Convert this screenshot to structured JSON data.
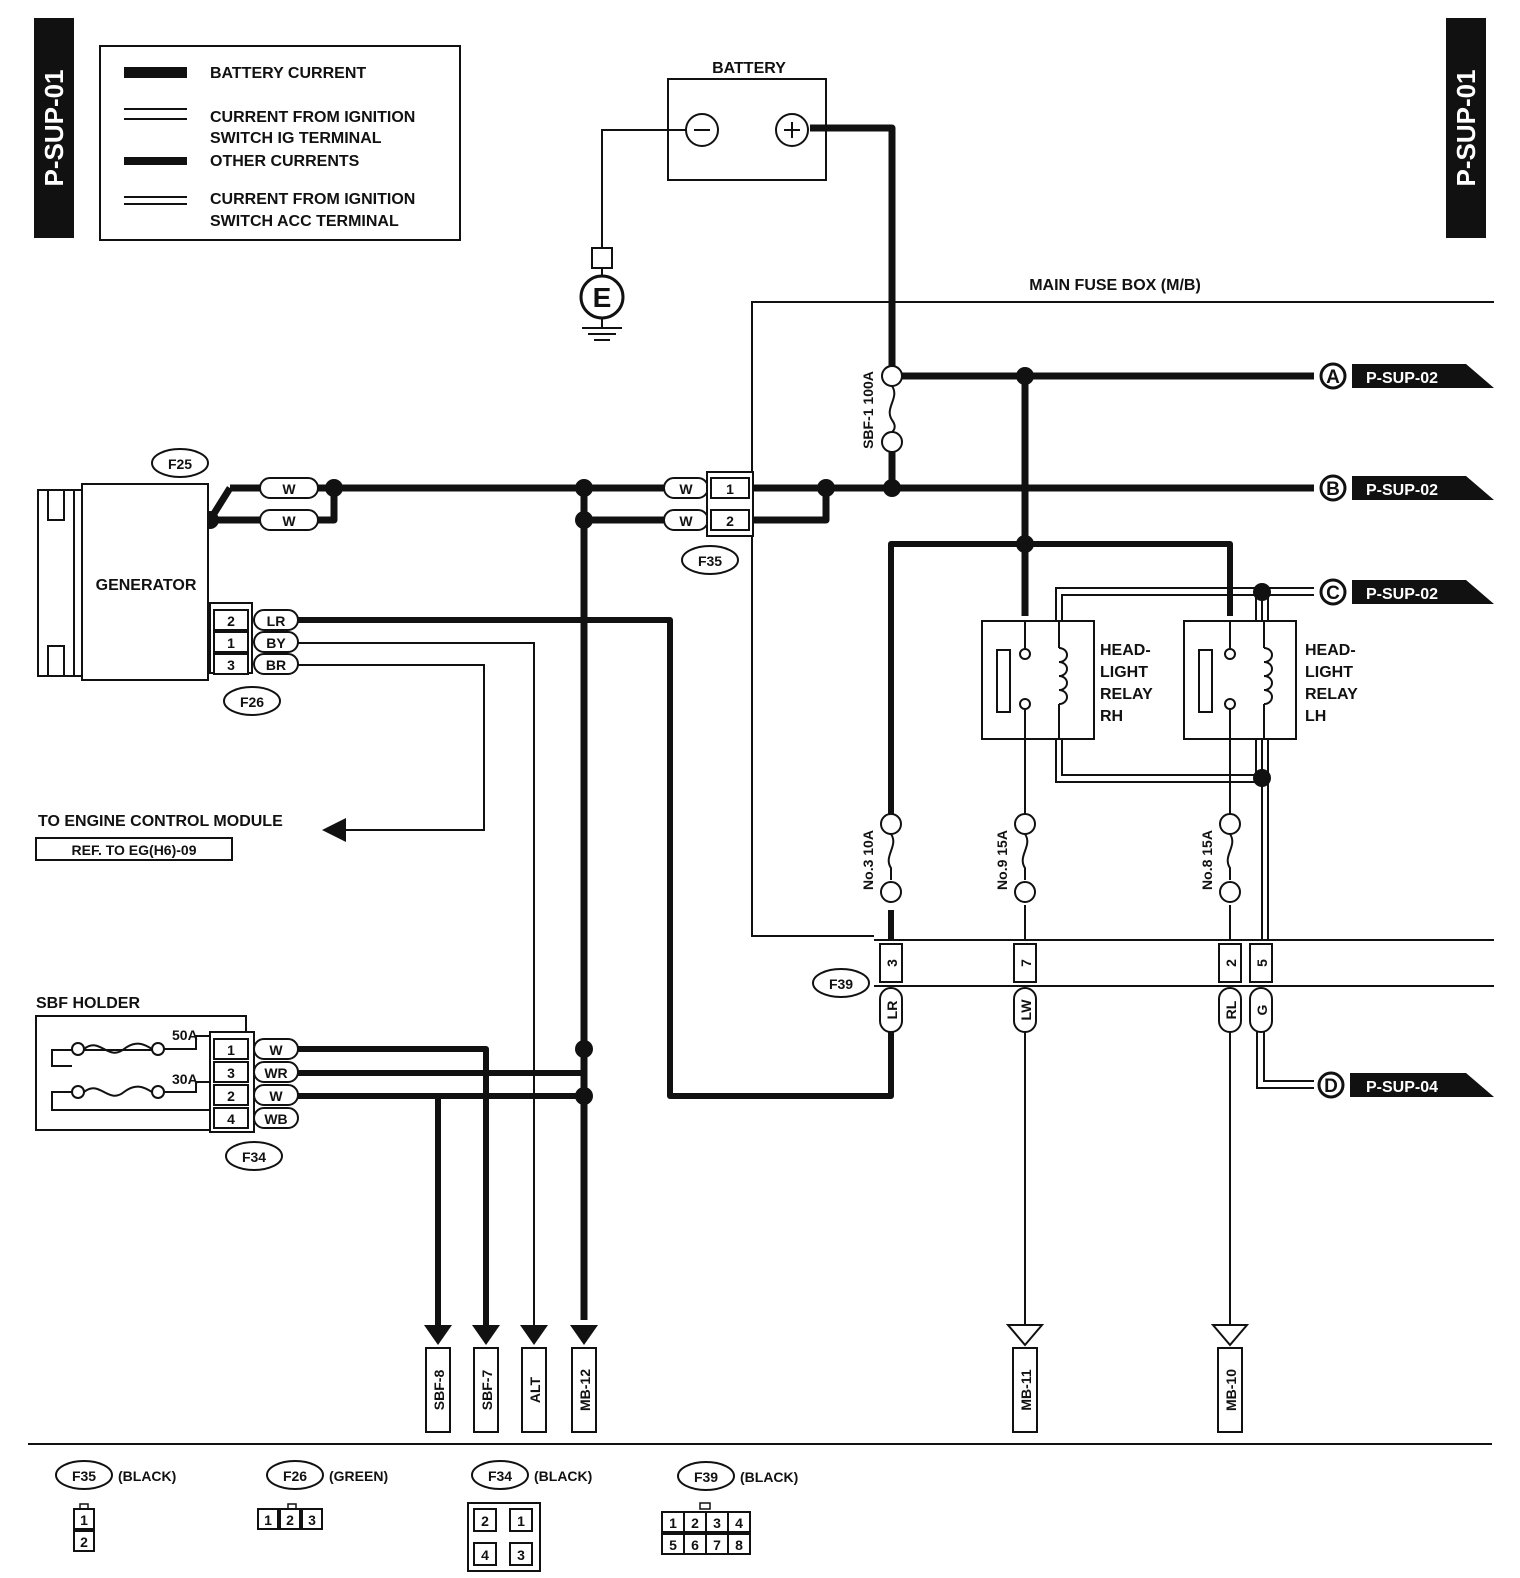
{
  "page_id": "P-SUP-01",
  "legend": {
    "battery_current": "BATTERY CURRENT",
    "ig_current_1": "CURRENT FROM IGNITION",
    "ig_current_2": "SWITCH IG TERMINAL",
    "other_currents": "OTHER CURRENTS",
    "acc_current_1": "CURRENT FROM IGNITION",
    "acc_current_2": "SWITCH ACC TERMINAL"
  },
  "battery": {
    "label": "BATTERY",
    "minus": "−",
    "plus": "+",
    "ground": "E"
  },
  "main_fuse_box": "MAIN FUSE BOX (M/B)",
  "generator": {
    "label": "GENERATOR",
    "connector": "F25",
    "wires": [
      "W",
      "W"
    ],
    "terminal_connector": "F26",
    "terminals": [
      {
        "pin": "2",
        "color": "LR"
      },
      {
        "pin": "1",
        "color": "BY"
      },
      {
        "pin": "3",
        "color": "BR"
      }
    ]
  },
  "f35": {
    "label": "F35",
    "pins": [
      "1",
      "2"
    ],
    "wires": [
      "W",
      "W"
    ]
  },
  "ecm": {
    "line1": "TO ENGINE CONTROL MODULE",
    "line2": "REF. TO EG(H6)-09"
  },
  "sbf_holder": {
    "label": "SBF HOLDER",
    "connector": "F34",
    "fuses": [
      "50A",
      "30A"
    ],
    "rows": [
      {
        "pin": "1",
        "color": "W"
      },
      {
        "pin": "3",
        "color": "WR"
      },
      {
        "pin": "2",
        "color": "W"
      },
      {
        "pin": "4",
        "color": "WB"
      }
    ]
  },
  "fuses": {
    "sbf1": "SBF-1 100A",
    "no3": "No.3 10A",
    "no9": "No.9 15A",
    "no8": "No.8 15A"
  },
  "relay_rh": [
    "HEAD-",
    "LIGHT",
    "RELAY",
    "RH"
  ],
  "relay_lh": [
    "HEAD-",
    "LIGHT",
    "RELAY",
    "LH"
  ],
  "refs": [
    {
      "letter": "A",
      "target": "P-SUP-02"
    },
    {
      "letter": "B",
      "target": "P-SUP-02"
    },
    {
      "letter": "C",
      "target": "P-SUP-02"
    },
    {
      "letter": "D",
      "target": "P-SUP-04"
    }
  ],
  "f39": {
    "label": "F39",
    "pins": [
      {
        "pin": "3",
        "color": "LR"
      },
      {
        "pin": "7",
        "color": "LW"
      },
      {
        "pin": "2",
        "color": "RL"
      },
      {
        "pin": "5",
        "color": "G"
      }
    ]
  },
  "destinations": [
    "SBF-8",
    "SBF-7",
    "ALT",
    "MB-12",
    "MB-11",
    "MB-10"
  ],
  "connector_views": [
    {
      "label": "F35",
      "color": "(BLACK)",
      "cells": [
        "1",
        "2"
      ]
    },
    {
      "label": "F26",
      "color": "(GREEN)",
      "cells": [
        "1",
        "2",
        "3"
      ]
    },
    {
      "label": "F34",
      "color": "(BLACK)",
      "cells": [
        "2",
        "1",
        "4",
        "3"
      ]
    },
    {
      "label": "F39",
      "color": "(BLACK)",
      "cells": [
        "1",
        "2",
        "3",
        "4",
        "5",
        "6",
        "7",
        "8"
      ]
    }
  ]
}
